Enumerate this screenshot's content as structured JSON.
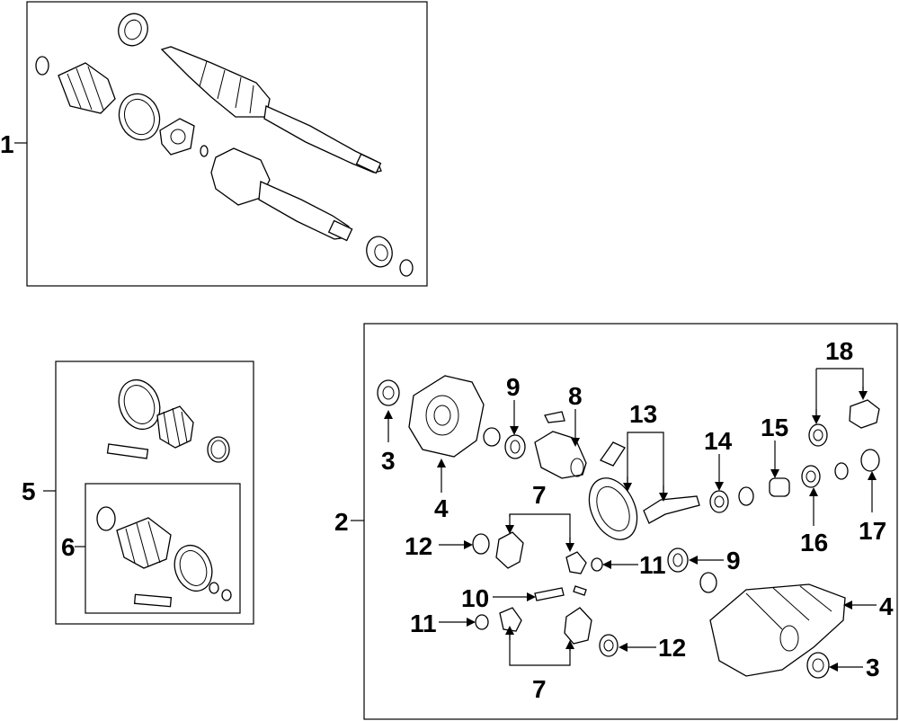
{
  "callouts": {
    "c1": "1",
    "c2": "2",
    "c5": "5",
    "c6": "6",
    "c3a": "3",
    "c4a": "4",
    "c9a": "9",
    "c8": "8",
    "c13": "13",
    "c14": "14",
    "c15": "15",
    "c18": "18",
    "c16": "16",
    "c17": "17",
    "c7a": "7",
    "c12a": "12",
    "c11a": "11",
    "c9b": "9",
    "c10": "10",
    "c11b": "11",
    "c12b": "12",
    "c7b": "7",
    "c4b": "4",
    "c3b": "3"
  }
}
